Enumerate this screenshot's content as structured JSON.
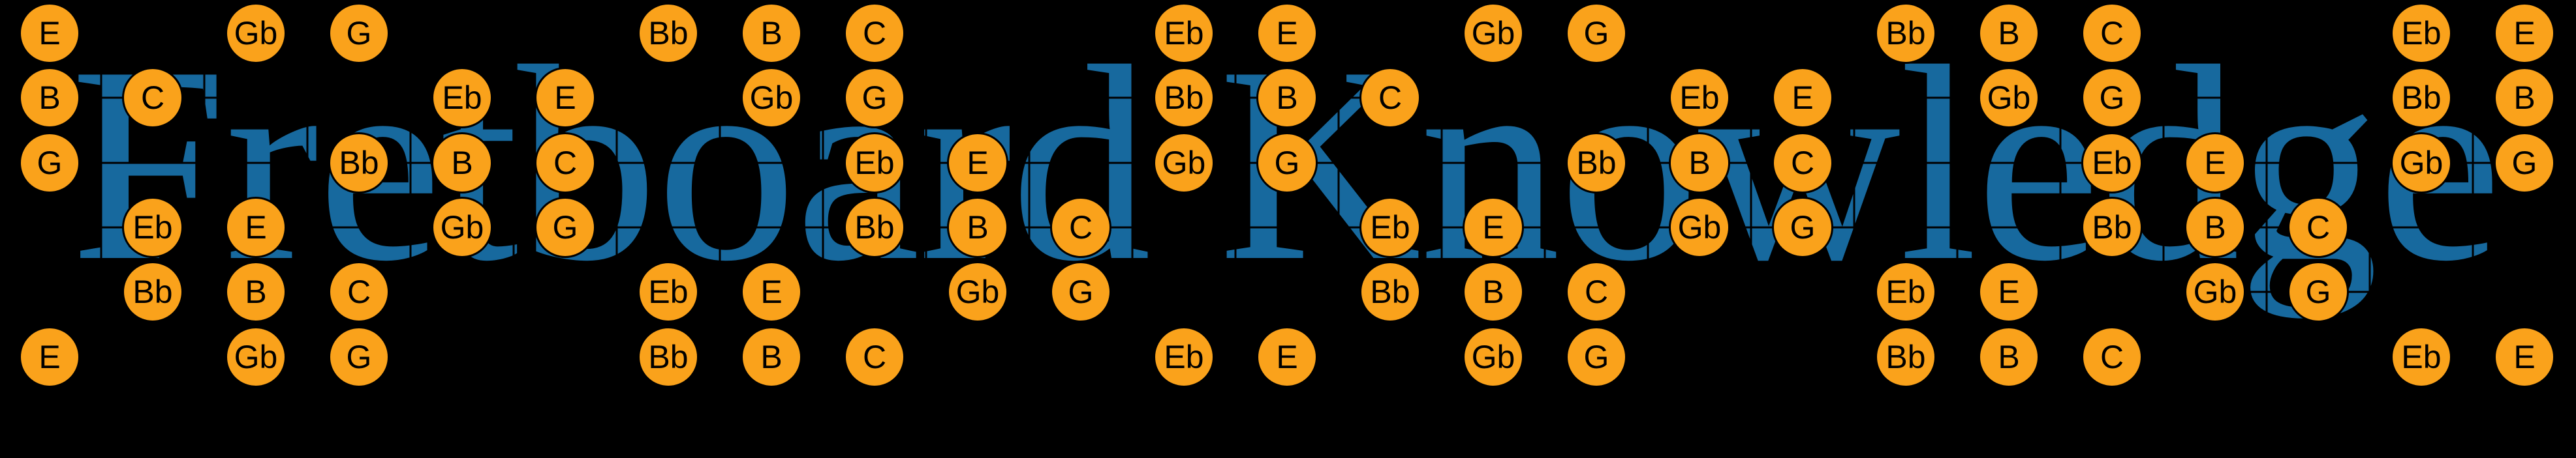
{
  "title": "Fretboard Knowledge",
  "colors": {
    "background": "#000000",
    "title": "#17699E",
    "grid_line": "#000000",
    "note_fill": "#FAA21B",
    "note_border": "#000000",
    "note_text": "#000000"
  },
  "fretboard": {
    "num_strings": 6,
    "num_fret_cells": 25,
    "note_labels_shown": [
      "E",
      "Gb",
      "G",
      "Bb",
      "B",
      "C",
      "Eb"
    ],
    "strings": [
      {
        "row": 1,
        "notes": [
          {
            "fret": 0,
            "label": "E"
          },
          {
            "fret": 2,
            "label": "Gb"
          },
          {
            "fret": 3,
            "label": "G"
          },
          {
            "fret": 6,
            "label": "Bb"
          },
          {
            "fret": 7,
            "label": "B"
          },
          {
            "fret": 8,
            "label": "C"
          },
          {
            "fret": 11,
            "label": "Eb"
          },
          {
            "fret": 12,
            "label": "E"
          },
          {
            "fret": 14,
            "label": "Gb"
          },
          {
            "fret": 15,
            "label": "G"
          },
          {
            "fret": 18,
            "label": "Bb"
          },
          {
            "fret": 19,
            "label": "B"
          },
          {
            "fret": 20,
            "label": "C"
          },
          {
            "fret": 23,
            "label": "Eb"
          },
          {
            "fret": 24,
            "label": "E"
          }
        ]
      },
      {
        "row": 2,
        "notes": [
          {
            "fret": 0,
            "label": "B"
          },
          {
            "fret": 1,
            "label": "C"
          },
          {
            "fret": 4,
            "label": "Eb"
          },
          {
            "fret": 5,
            "label": "E"
          },
          {
            "fret": 7,
            "label": "Gb"
          },
          {
            "fret": 8,
            "label": "G"
          },
          {
            "fret": 11,
            "label": "Bb"
          },
          {
            "fret": 12,
            "label": "B"
          },
          {
            "fret": 13,
            "label": "C"
          },
          {
            "fret": 16,
            "label": "Eb"
          },
          {
            "fret": 17,
            "label": "E"
          },
          {
            "fret": 19,
            "label": "Gb"
          },
          {
            "fret": 20,
            "label": "G"
          },
          {
            "fret": 23,
            "label": "Bb"
          },
          {
            "fret": 24,
            "label": "B"
          }
        ]
      },
      {
        "row": 3,
        "notes": [
          {
            "fret": 0,
            "label": "G"
          },
          {
            "fret": 3,
            "label": "Bb"
          },
          {
            "fret": 4,
            "label": "B"
          },
          {
            "fret": 5,
            "label": "C"
          },
          {
            "fret": 8,
            "label": "Eb"
          },
          {
            "fret": 9,
            "label": "E"
          },
          {
            "fret": 11,
            "label": "Gb"
          },
          {
            "fret": 12,
            "label": "G"
          },
          {
            "fret": 15,
            "label": "Bb"
          },
          {
            "fret": 16,
            "label": "B"
          },
          {
            "fret": 17,
            "label": "C"
          },
          {
            "fret": 20,
            "label": "Eb"
          },
          {
            "fret": 21,
            "label": "E"
          },
          {
            "fret": 23,
            "label": "Gb"
          },
          {
            "fret": 24,
            "label": "G"
          }
        ]
      },
      {
        "row": 4,
        "notes": [
          {
            "fret": 1,
            "label": "Eb"
          },
          {
            "fret": 2,
            "label": "E"
          },
          {
            "fret": 4,
            "label": "Gb"
          },
          {
            "fret": 5,
            "label": "G"
          },
          {
            "fret": 8,
            "label": "Bb"
          },
          {
            "fret": 9,
            "label": "B"
          },
          {
            "fret": 10,
            "label": "C"
          },
          {
            "fret": 13,
            "label": "Eb"
          },
          {
            "fret": 14,
            "label": "E"
          },
          {
            "fret": 16,
            "label": "Gb"
          },
          {
            "fret": 17,
            "label": "G"
          },
          {
            "fret": 20,
            "label": "Bb"
          },
          {
            "fret": 21,
            "label": "B"
          },
          {
            "fret": 22,
            "label": "C"
          }
        ]
      },
      {
        "row": 5,
        "notes": [
          {
            "fret": 1,
            "label": "Bb"
          },
          {
            "fret": 2,
            "label": "B"
          },
          {
            "fret": 3,
            "label": "C"
          },
          {
            "fret": 6,
            "label": "Eb"
          },
          {
            "fret": 7,
            "label": "E"
          },
          {
            "fret": 9,
            "label": "Gb"
          },
          {
            "fret": 10,
            "label": "G"
          },
          {
            "fret": 13,
            "label": "Bb"
          },
          {
            "fret": 14,
            "label": "B"
          },
          {
            "fret": 15,
            "label": "C"
          },
          {
            "fret": 18,
            "label": "Eb"
          },
          {
            "fret": 19,
            "label": "E"
          },
          {
            "fret": 21,
            "label": "Gb"
          },
          {
            "fret": 22,
            "label": "G"
          }
        ]
      },
      {
        "row": 6,
        "notes": [
          {
            "fret": 0,
            "label": "E"
          },
          {
            "fret": 2,
            "label": "Gb"
          },
          {
            "fret": 3,
            "label": "G"
          },
          {
            "fret": 6,
            "label": "Bb"
          },
          {
            "fret": 7,
            "label": "B"
          },
          {
            "fret": 8,
            "label": "C"
          },
          {
            "fret": 11,
            "label": "Eb"
          },
          {
            "fret": 12,
            "label": "E"
          },
          {
            "fret": 14,
            "label": "Gb"
          },
          {
            "fret": 15,
            "label": "G"
          },
          {
            "fret": 18,
            "label": "Bb"
          },
          {
            "fret": 19,
            "label": "B"
          },
          {
            "fret": 20,
            "label": "C"
          },
          {
            "fret": 23,
            "label": "Eb"
          },
          {
            "fret": 24,
            "label": "E"
          }
        ]
      }
    ]
  }
}
